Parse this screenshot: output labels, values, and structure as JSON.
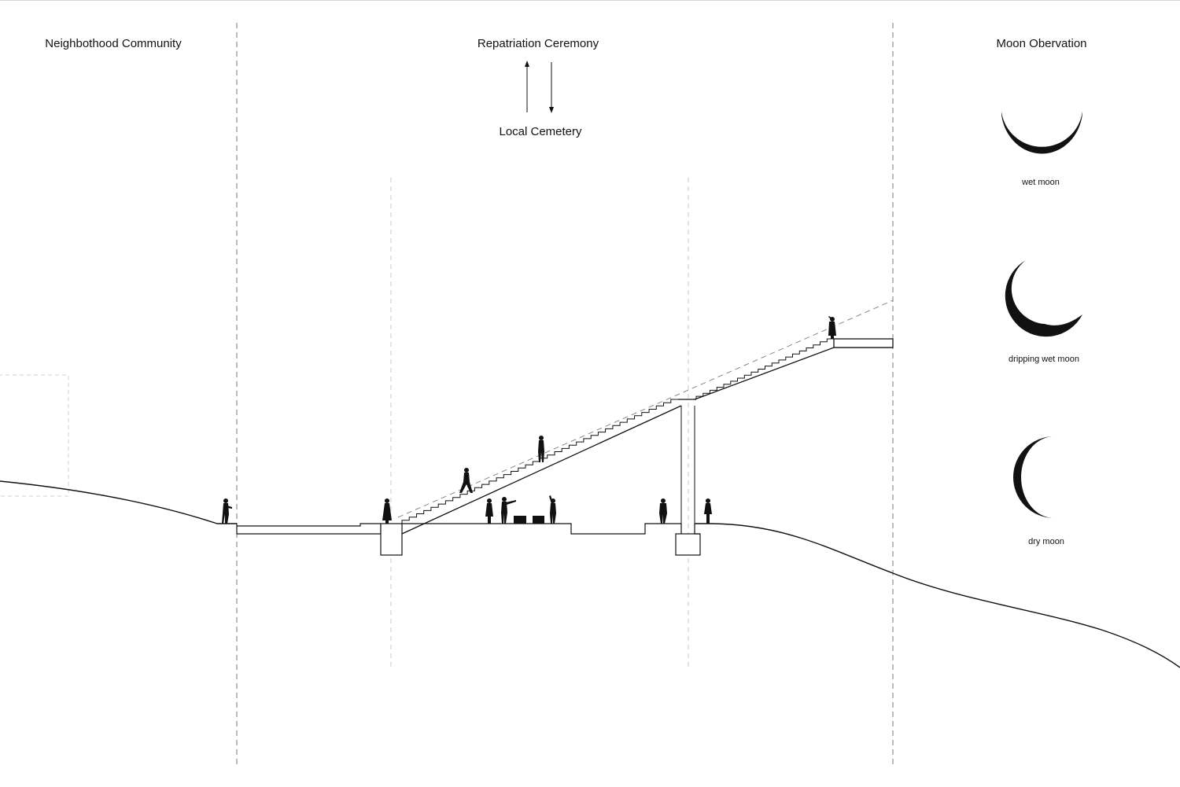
{
  "zones": {
    "left": {
      "title": "Neighbothood Community"
    },
    "center": {
      "title": "Repatriation Ceremony",
      "subtitle": "Local Cemetery"
    },
    "right": {
      "title": "Moon Obervation"
    }
  },
  "moons": [
    {
      "label": "wet moon",
      "icon": "crescent-moon-icon"
    },
    {
      "label": "dripping wet moon",
      "icon": "crescent-moon-icon"
    },
    {
      "label": "dry moon",
      "icon": "crescent-moon-icon"
    }
  ],
  "colors": {
    "ink": "#111111",
    "guide": "#777777",
    "faint": "#c8c8c8"
  }
}
